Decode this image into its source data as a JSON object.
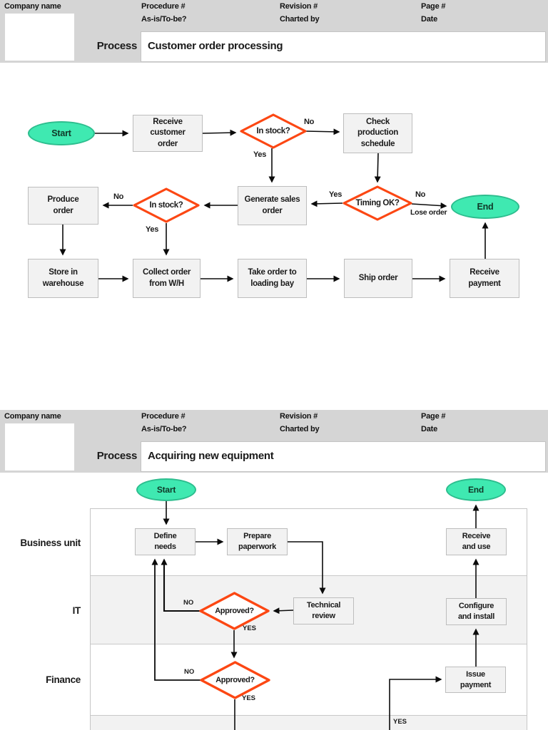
{
  "colors": {
    "header_bg": "#d5d5d5",
    "box_fill": "#f2f2f2",
    "box_border": "#bdbdbd",
    "terminal_fill": "#3fe9b1",
    "terminal_border": "#2dbd8e",
    "decision_border": "#fc4713"
  },
  "headers": [
    {
      "company_label": "Company name",
      "procedure": "Procedure #",
      "as_is": "As-is/To-be?",
      "revision": "Revision #",
      "charted_by": "Charted by",
      "page_num": "Page #",
      "date": "Date",
      "process_label": "Process",
      "process_title": "Customer order processing"
    },
    {
      "company_label": "Company name",
      "procedure": "Procedure #",
      "as_is": "As-is/To-be?",
      "revision": "Revision #",
      "charted_by": "Charted by",
      "page_num": "Page #",
      "date": "Date",
      "process_label": "Process",
      "process_title": "Acquiring new equipment"
    }
  ],
  "flow1": {
    "nodes": {
      "start": "Start",
      "receive_order": "Receive customer order",
      "in_stock_1": "In stock?",
      "check_schedule": "Check production schedule",
      "produce_order": "Produce order",
      "in_stock_2": "In stock?",
      "generate_order": "Generate sales order",
      "timing_ok": "Timing OK?",
      "end": "End",
      "store_warehouse": "Store in warehouse",
      "collect_order": "Collect order from W/H",
      "take_loading": "Take order to loading bay",
      "ship_order": "Ship order",
      "receive_payment": "Receive payment"
    },
    "branch_labels": {
      "in_stock_1_no": "No",
      "in_stock_1_yes": "Yes",
      "in_stock_2_no": "No",
      "in_stock_2_yes": "Yes",
      "timing_yes": "Yes",
      "timing_no": "No",
      "lose_order": "Lose order"
    }
  },
  "flow2": {
    "lane_labels": [
      "Business unit",
      "IT",
      "Finance"
    ],
    "nodes": {
      "start": "Start",
      "end": "End",
      "define_needs": "Define needs",
      "prepare_paperwork": "Prepare paperwork",
      "receive_use": "Receive and use",
      "technical_review": "Technical review",
      "approved_it": "Approved?",
      "configure_install": "Configure and install",
      "approved_finance": "Approved?",
      "issue_payment": "Issue payment"
    },
    "branch_labels": {
      "approved_it_no": "NO",
      "approved_it_yes": "YES",
      "approved_finance_no": "NO",
      "approved_finance_yes": "YES",
      "lane4_yes": "YES"
    }
  }
}
